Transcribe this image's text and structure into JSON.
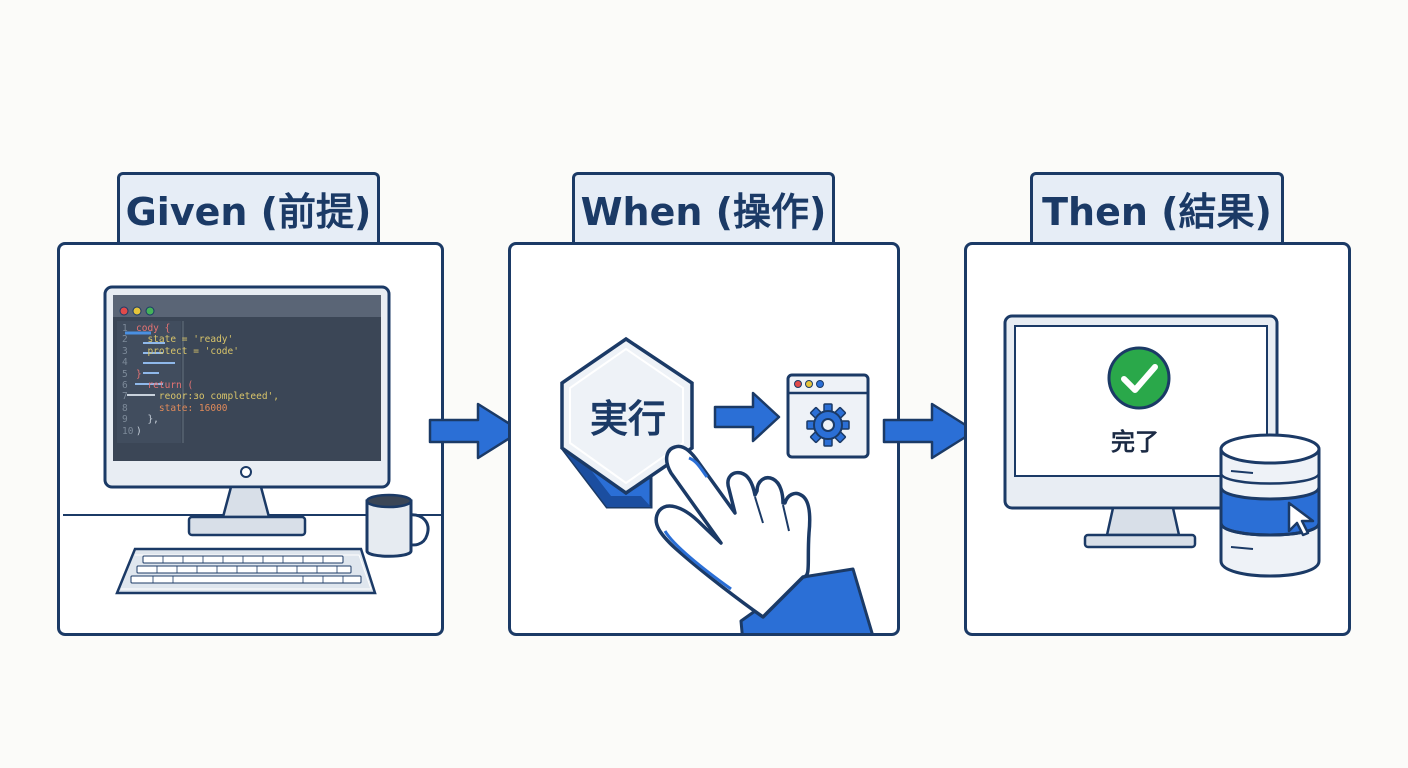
{
  "steps": [
    {
      "title": "Given (前提)"
    },
    {
      "title": "When (操作)",
      "button_label": "実行"
    },
    {
      "title": "Then (結果)",
      "status_label": "完了"
    }
  ],
  "code_lines": [
    {
      "n": "1",
      "t": "cody {"
    },
    {
      "n": "2",
      "t": "  state = 'ready'"
    },
    {
      "n": "3",
      "t": "  protect = 'code'"
    },
    {
      "n": "4",
      "t": ""
    },
    {
      "n": "5",
      "t": "}"
    },
    {
      "n": "6",
      "t": "  return ("
    },
    {
      "n": "7",
      "t": "    reoor:ɜo completeed',"
    },
    {
      "n": "8",
      "t": "    state: 16000"
    },
    {
      "n": "9",
      "t": "  },"
    },
    {
      "n": "10",
      "t": ")"
    }
  ],
  "colors": {
    "outline": "#1b3a66",
    "accent": "#2b6fd6",
    "tab_bg": "#e6edf6",
    "success": "#2aa84a"
  }
}
